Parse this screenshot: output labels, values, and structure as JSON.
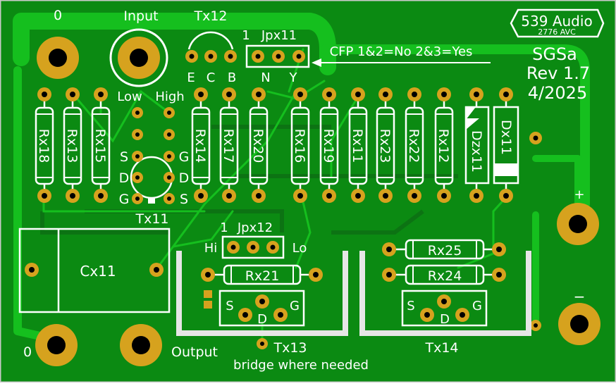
{
  "colors": {
    "board": "#0b8a12",
    "board_dark": "#0d6e14",
    "copper_trace": "#15bf1e",
    "pad": "#d6a21e",
    "silk": "#ffffff",
    "hole": "#000000"
  },
  "connectors": {
    "zero_top": "0",
    "input": "Input",
    "zero_bottom": "0",
    "output": "Output",
    "plus": "+",
    "minus": "−"
  },
  "logo": {
    "name": "539 Audio",
    "code": "2776 AVC"
  },
  "board_info": {
    "model": "SGSa",
    "revision": "Rev 1.7",
    "date": "4/2025"
  },
  "tx12": {
    "ref": "Tx12",
    "pin_e": "E",
    "pin_c": "C",
    "pin_b": "B"
  },
  "jpx11": {
    "pin1": "1",
    "ref": "Jpx11",
    "pos_n": "N",
    "pos_y": "Y",
    "note": "CFP 1&2=No 2&3=Yes"
  },
  "tx11": {
    "ref": "Tx11",
    "low": "Low",
    "high": "High",
    "s_left": "S",
    "d_left": "D",
    "g_left": "G",
    "g_right": "G",
    "d_right": "D",
    "s_right": "S"
  },
  "resistors_vertical": [
    "Rx18",
    "Rx13",
    "Rx15",
    "Rx14",
    "Rx17",
    "Rx20",
    "Rx16",
    "Rx19",
    "Rx11",
    "Rx23",
    "Rx22",
    "Rx12"
  ],
  "diodes": [
    "Dzx11",
    "Dx11"
  ],
  "cx11": "Cx11",
  "jpx12": {
    "pin1": "1",
    "ref": "Jpx12",
    "hi": "Hi",
    "lo": "Lo"
  },
  "rx21": "Rx21",
  "rx25": "Rx25",
  "rx24": "Rx24",
  "tx13": {
    "ref": "Tx13",
    "s": "S",
    "d": "D",
    "g": "G"
  },
  "tx14": {
    "ref": "Tx14",
    "s": "S",
    "d": "D",
    "g": "G"
  },
  "bridge_note": "bridge where needed"
}
